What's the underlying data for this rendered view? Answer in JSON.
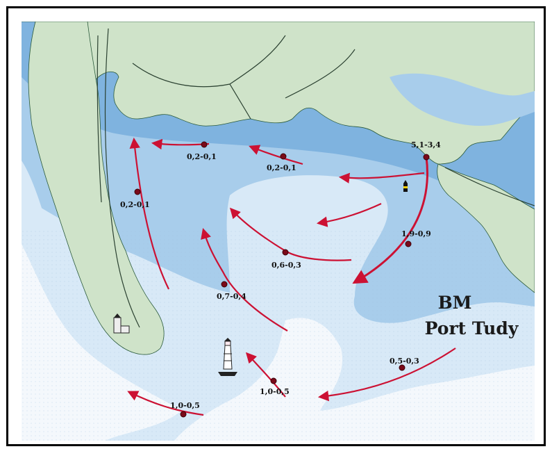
{
  "map": {
    "port_code": "BM",
    "port_name": "Port Tudy",
    "colors": {
      "land": "#cfe3c9",
      "deep_water": "#7fb3df",
      "mid_water": "#a8cdeb",
      "shallow_water": "#d8e9f7",
      "drying": "#f4f8fc",
      "arrow": "#cc1133",
      "marker": "#7a0a1a"
    },
    "current_labels": [
      {
        "id": "a",
        "text": "0,2-0,1"
      },
      {
        "id": "b",
        "text": "0,2-0,1"
      },
      {
        "id": "c",
        "text": "5,1-3,4"
      },
      {
        "id": "d",
        "text": "0,2-0,1"
      },
      {
        "id": "e",
        "text": "1,9-0,9"
      },
      {
        "id": "f",
        "text": "0,6-0,3"
      },
      {
        "id": "g",
        "text": "0,7-0,4"
      },
      {
        "id": "h",
        "text": "0,5-0,3"
      },
      {
        "id": "i",
        "text": "1,0-0,5"
      },
      {
        "id": "j",
        "text": "1,0-0,5"
      }
    ],
    "icons": [
      "lighthouse-icon",
      "beacon-icon",
      "chapel-icon"
    ]
  }
}
